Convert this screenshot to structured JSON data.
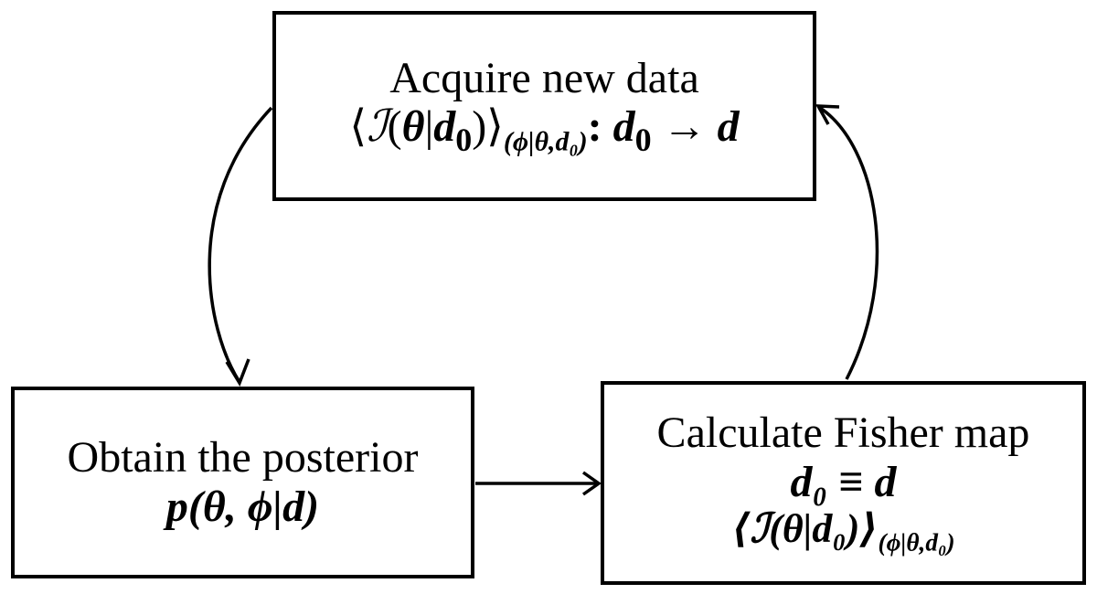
{
  "nodes": {
    "acquire": {
      "title": "Acquire new data",
      "expr": {
        "open": "⟨",
        "info": "ℐ",
        "paren_open": "(",
        "theta": "θ",
        "bar": "|",
        "d": "d",
        "zero": "0",
        "paren_close": ")",
        "close": "⟩",
        "sub_text": "(ϕ|θ,d₀)",
        "colon": ":",
        "arrow": "→"
      }
    },
    "posterior": {
      "title": "Obtain the posterior",
      "expr": "p(θ, ϕ|d)"
    },
    "fisher": {
      "title": "Calculate Fisher map",
      "equiv": "d₀ ≡ d",
      "expr_main": "⟨ℐ(θ|d₀)⟩",
      "expr_sub": "(ϕ|θ,d₀)"
    }
  },
  "edges": [
    {
      "from": "acquire",
      "to": "posterior"
    },
    {
      "from": "posterior",
      "to": "fisher"
    },
    {
      "from": "fisher",
      "to": "acquire"
    }
  ]
}
